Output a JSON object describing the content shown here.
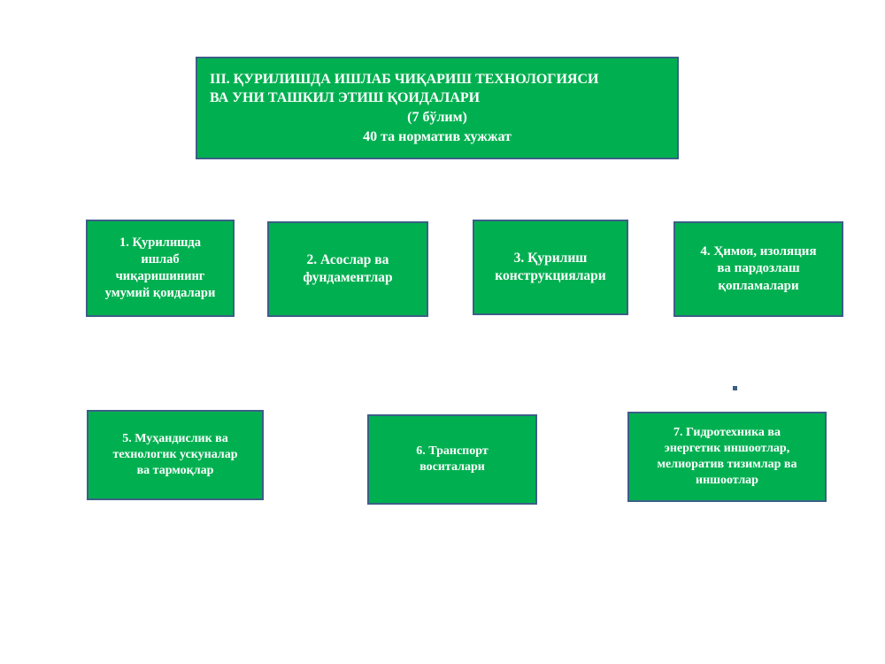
{
  "title": {
    "line1": "III. ҚУРИЛИШДА ИШЛАБ ЧИҚАРИШ ТЕХНОЛОГИЯСИ",
    "line2": "ВА УНИ ТАШКИЛ ЭТИШ ҚОИДАЛАРИ",
    "line3": "(7 бўлим)",
    "line4": "40 та норматив хужжат"
  },
  "sections": [
    {
      "lines": [
        "1. Қурилишда",
        "ишлаб",
        "чиқаришининг",
        "умумий қоидалари"
      ]
    },
    {
      "lines": [
        "2. Асослар ва",
        "фундаментлар"
      ]
    },
    {
      "lines": [
        "3. Қурилиш",
        "конструкциялари"
      ]
    },
    {
      "lines": [
        "4. Ҳимоя, изоляция",
        "ва пардозлаш",
        "қопламалари"
      ]
    },
    {
      "lines": [
        "5. Муҳандислик ва",
        "технологик ускуналар",
        "ва тармоқлар"
      ]
    },
    {
      "lines": [
        "6. Транспорт",
        "воситалари"
      ]
    },
    {
      "lines": [
        "7. Гидротехника ва",
        "энергетик иншоотлар,",
        "мелиоратив тизимлар ва",
        "иншоотлар"
      ]
    }
  ],
  "colors": {
    "box_fill": "#00b050",
    "box_border": "#3b5f86",
    "text": "#ffffff"
  }
}
